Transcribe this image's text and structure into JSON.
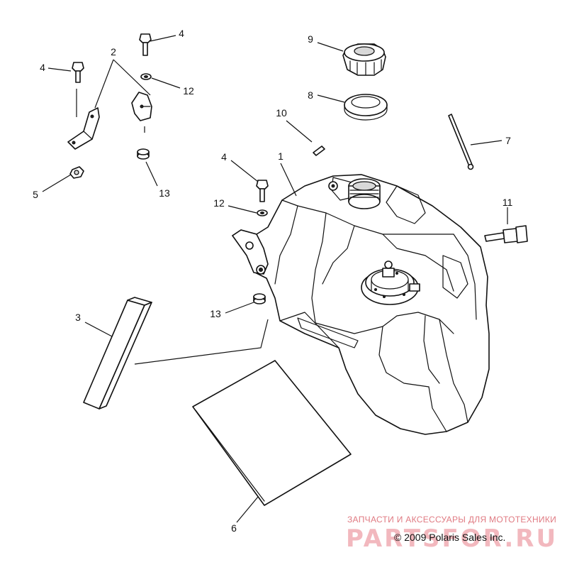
{
  "callouts": [
    {
      "id": "c1",
      "label": "1"
    },
    {
      "id": "c2",
      "label": "2"
    },
    {
      "id": "c3",
      "label": "3"
    },
    {
      "id": "c4a",
      "label": "4"
    },
    {
      "id": "c4b",
      "label": "4"
    },
    {
      "id": "c4c",
      "label": "4"
    },
    {
      "id": "c5",
      "label": "5"
    },
    {
      "id": "c6",
      "label": "6"
    },
    {
      "id": "c7",
      "label": "7"
    },
    {
      "id": "c8",
      "label": "8"
    },
    {
      "id": "c9",
      "label": "9"
    },
    {
      "id": "c10",
      "label": "10"
    },
    {
      "id": "c11",
      "label": "11"
    },
    {
      "id": "c12a",
      "label": "12"
    },
    {
      "id": "c12b",
      "label": "12"
    },
    {
      "id": "c13a",
      "label": "13"
    },
    {
      "id": "c13b",
      "label": "13"
    }
  ],
  "watermark": {
    "line1": "ЗАПЧАСТИ И АКСЕССУАРЫ ДЛЯ МОТОТЕХНИКИ",
    "logo": "PARTSFOR.RU",
    "color": "#e07a82"
  },
  "copyright": "© 2009 Polaris Sales Inc."
}
